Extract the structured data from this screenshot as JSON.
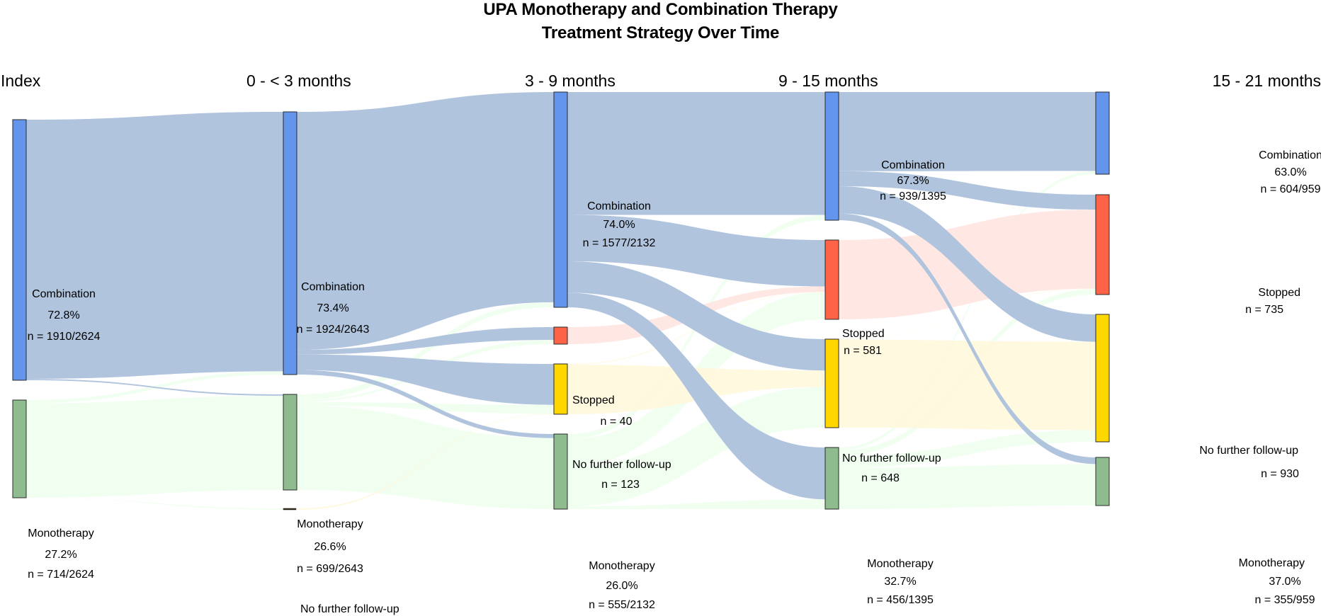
{
  "title_line1": "UPA Monotherapy and Combination Therapy",
  "title_line2": "Treatment Strategy Over Time",
  "colors": {
    "combination": "#6495ED",
    "monotherapy": "#8FBC8F",
    "stopped": "#FF6347",
    "no_follow_up": "#FFD700",
    "link_combination": "#B0C4DE",
    "link_monotherapy": "#F0FFF0",
    "link_stopped": "#FFE4E1",
    "link_no_follow_up": "#FFF8DC"
  },
  "chart_data": {
    "type": "sankey",
    "title": "UPA Monotherapy and Combination Therapy Treatment Strategy Over Time",
    "columns": [
      "Index",
      "0 - < 3 months",
      "3 - 9 months",
      "9 - 15 months",
      "15 - 21 months"
    ],
    "nodes": [
      {
        "id": "c0",
        "col": 0,
        "category": "combination",
        "name": "Combination",
        "pct": "72.8%",
        "n_text": "n = 1910/2624",
        "n": 1910
      },
      {
        "id": "m0",
        "col": 0,
        "category": "monotherapy",
        "name": "Monotherapy",
        "pct": "27.2%",
        "n_text": "n = 714/2624",
        "n": 714
      },
      {
        "id": "c1",
        "col": 1,
        "category": "combination",
        "name": "Combination",
        "pct": "73.4%",
        "n_text": "n = 1924/2643",
        "n": 1924
      },
      {
        "id": "m1",
        "col": 1,
        "category": "monotherapy",
        "name": "Monotherapy",
        "pct": "26.6%",
        "n_text": "n = 699/2643",
        "n": 699
      },
      {
        "id": "f1",
        "col": 1,
        "category": "no_follow_up",
        "name": "No further follow-up",
        "pct": "",
        "n_text": "",
        "n": 1
      },
      {
        "id": "c2",
        "col": 2,
        "category": "combination",
        "name": "Combination",
        "pct": "74.0%",
        "n_text": "n = 1577/2132",
        "n": 1577
      },
      {
        "id": "s2",
        "col": 2,
        "category": "stopped",
        "name": "Stopped",
        "pct": "",
        "n_text": "n = 40",
        "n": 40
      },
      {
        "id": "f2",
        "col": 2,
        "category": "no_follow_up",
        "name": "No further follow-up",
        "pct": "",
        "n_text": "n = 123",
        "n": 123
      },
      {
        "id": "m2",
        "col": 2,
        "category": "monotherapy",
        "name": "Monotherapy",
        "pct": "26.0%",
        "n_text": "n = 555/2132",
        "n": 555
      },
      {
        "id": "c3",
        "col": 3,
        "category": "combination",
        "name": "Combination",
        "pct": "67.3%",
        "n_text": "n = 939/1395",
        "n": 939
      },
      {
        "id": "s3",
        "col": 3,
        "category": "stopped",
        "name": "Stopped",
        "pct": "",
        "n_text": "n = 581",
        "n": 581
      },
      {
        "id": "f3",
        "col": 3,
        "category": "no_follow_up",
        "name": "No further follow-up",
        "pct": "",
        "n_text": "n = 648",
        "n": 648
      },
      {
        "id": "m3",
        "col": 3,
        "category": "monotherapy",
        "name": "Monotherapy",
        "pct": "32.7%",
        "n_text": "n = 456/1395",
        "n": 456
      },
      {
        "id": "c4",
        "col": 4,
        "category": "combination",
        "name": "Combination",
        "pct": "63.0%",
        "n_text": "n = 604/959",
        "n": 604
      },
      {
        "id": "s4",
        "col": 4,
        "category": "stopped",
        "name": "Stopped",
        "pct": "",
        "n_text": "n = 735",
        "n": 735
      },
      {
        "id": "f4",
        "col": 4,
        "category": "no_follow_up",
        "name": "No further follow-up",
        "pct": "",
        "n_text": "n = 930",
        "n": 930
      },
      {
        "id": "m4",
        "col": 4,
        "category": "monotherapy",
        "name": "Monotherapy",
        "pct": "37.0%",
        "n_text": "n = 355/959",
        "n": 355
      }
    ],
    "links": [
      {
        "source": "c0",
        "target": "c1",
        "value": 1900
      },
      {
        "source": "c0",
        "target": "m1",
        "value": 10
      },
      {
        "source": "m0",
        "target": "c1",
        "value": 24
      },
      {
        "source": "m0",
        "target": "m1",
        "value": 689
      },
      {
        "source": "m0",
        "target": "f1",
        "value": 1
      },
      {
        "source": "c1",
        "target": "c2",
        "value": 1540
      },
      {
        "source": "c1",
        "target": "s2",
        "value": 30
      },
      {
        "source": "c1",
        "target": "f2",
        "value": 100
      },
      {
        "source": "c1",
        "target": "m2",
        "value": 30
      },
      {
        "source": "m1",
        "target": "c2",
        "value": 37
      },
      {
        "source": "m1",
        "target": "s2",
        "value": 10
      },
      {
        "source": "m1",
        "target": "f2",
        "value": 22
      },
      {
        "source": "m1",
        "target": "m2",
        "value": 524
      },
      {
        "source": "f1",
        "target": "f2",
        "value": 1
      },
      {
        "source": "c2",
        "target": "c3",
        "value": 900
      },
      {
        "source": "c2",
        "target": "s3",
        "value": 340
      },
      {
        "source": "c2",
        "target": "f3",
        "value": 230
      },
      {
        "source": "c2",
        "target": "m3",
        "value": 107
      },
      {
        "source": "s2",
        "target": "s3",
        "value": 40
      },
      {
        "source": "f2",
        "target": "s3",
        "value": 2
      },
      {
        "source": "f2",
        "target": "f3",
        "value": 121
      },
      {
        "source": "m2",
        "target": "c3",
        "value": 39
      },
      {
        "source": "m2",
        "target": "s3",
        "value": 199
      },
      {
        "source": "m2",
        "target": "f3",
        "value": 297
      },
      {
        "source": "m2",
        "target": "m3",
        "value": 20
      },
      {
        "source": "c3",
        "target": "c4",
        "value": 580
      },
      {
        "source": "c3",
        "target": "s4",
        "value": 110
      },
      {
        "source": "c3",
        "target": "f4",
        "value": 200
      },
      {
        "source": "c3",
        "target": "m4",
        "value": 49
      },
      {
        "source": "s3",
        "target": "s4",
        "value": 581
      },
      {
        "source": "f3",
        "target": "c4",
        "value": 2
      },
      {
        "source": "f3",
        "target": "s4",
        "value": 2
      },
      {
        "source": "f3",
        "target": "f4",
        "value": 644
      },
      {
        "source": "m3",
        "target": "c4",
        "value": 22
      },
      {
        "source": "m3",
        "target": "s4",
        "value": 42
      },
      {
        "source": "m3",
        "target": "f4",
        "value": 86
      },
      {
        "source": "m3",
        "target": "m4",
        "value": 306
      }
    ]
  }
}
